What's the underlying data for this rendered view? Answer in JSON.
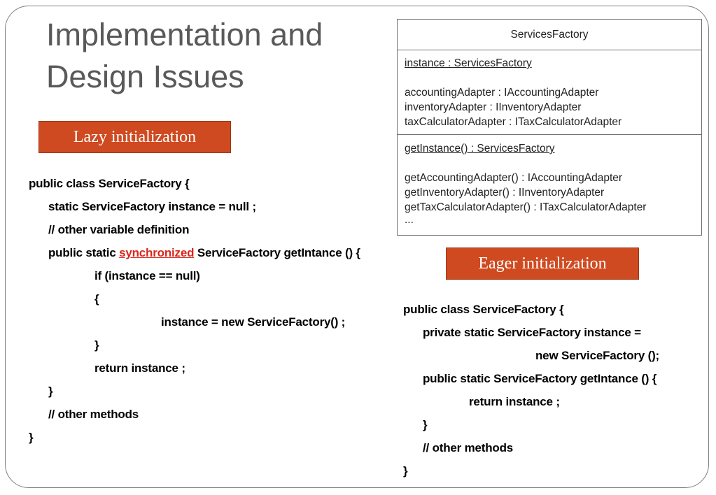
{
  "slide": {
    "title_line1": "Implementation and",
    "title_line2": "Design Issues"
  },
  "lazy": {
    "badge": "Lazy initialization",
    "code": {
      "l1": "public class ServiceFactory {",
      "l2": "static ServiceFactory instance = null ;",
      "l3": "// other variable definition",
      "l4_pre": "public static ",
      "l4_keyword": "synchronized",
      "l4_post": " ServiceFactory getIntance () {",
      "l5": "if (instance == null)",
      "l6": "{",
      "l7": "instance = new ServiceFactory() ;",
      "l8": "}",
      "l9": "return instance ;",
      "l10": "}",
      "l11": "// other methods",
      "l12": "}"
    }
  },
  "uml": {
    "class_name": "ServicesFactory",
    "attributes": {
      "static_attr": "instance : ServicesFactory",
      "a1": "accountingAdapter : IAccountingAdapter",
      "a2": "inventoryAdapter : IInventoryAdapter",
      "a3": "taxCalculatorAdapter : ITaxCalculatorAdapter"
    },
    "operations": {
      "static_op": "getInstance() : ServicesFactory",
      "o1": "getAccountingAdapter() : IAccountingAdapter",
      "o2": "getInventoryAdapter() : IInventoryAdapter",
      "o3": "getTaxCalculatorAdapter() : ITaxCalculatorAdapter",
      "ellipsis": "..."
    }
  },
  "eager": {
    "badge": "Eager initialization",
    "code": {
      "l1": "public class ServiceFactory {",
      "l2": "private static ServiceFactory instance =",
      "l3": "new ServiceFactory ();",
      "l4": "public static ServiceFactory getIntance () {",
      "l5": "return instance ;",
      "l6": "}",
      "l7": "// other methods",
      "l8": "}"
    }
  },
  "colors": {
    "badge_fill": "#cf4a20",
    "title_gray": "#595959",
    "keyword_red": "#d9261c"
  }
}
